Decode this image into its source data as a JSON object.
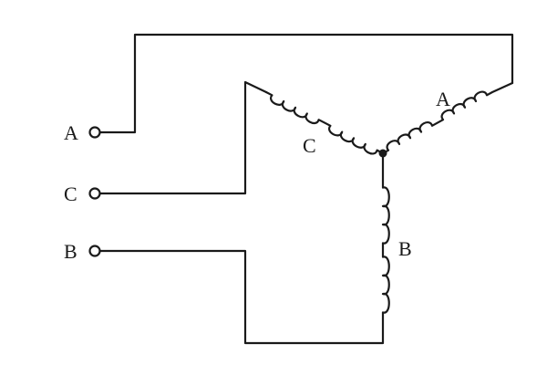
{
  "terminals": [
    {
      "label": "A"
    },
    {
      "label": "C"
    },
    {
      "label": "B"
    }
  ],
  "windings": {
    "a_label": "A",
    "b_label": "B",
    "c_label": "C"
  }
}
